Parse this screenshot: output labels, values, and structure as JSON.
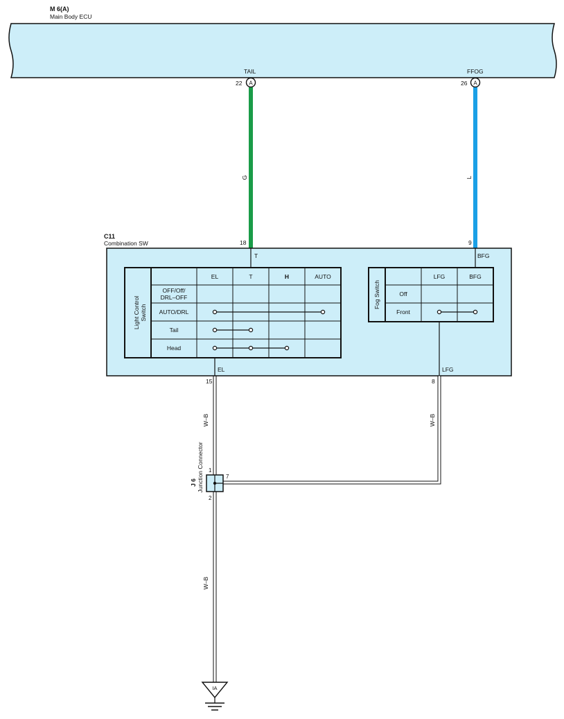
{
  "ecu": {
    "code": "M 6(A)",
    "name": "Main Body ECU"
  },
  "ecu_pins": [
    {
      "signal": "TAIL",
      "pin": "22",
      "connector": "A"
    },
    {
      "signal": "FFOG",
      "pin": "26",
      "connector": "A"
    }
  ],
  "wires": {
    "tail_color": "G",
    "ffog_color": "L",
    "ground_color_1": "W–B",
    "ground_color_2": "W–B",
    "lfg_color": "W–B"
  },
  "colors": {
    "ecu_fill": "#cdeef9",
    "green_wire": "#1a9c48",
    "blue_wire": "#1aa0e6",
    "outline": "#111111"
  },
  "combination_switch": {
    "code": "C11",
    "name": "Combination SW",
    "pin_tail": "18",
    "pin_fog": "9",
    "pin_el": "15",
    "pin_lfg": "8",
    "term_t": "T",
    "term_bfg": "BFG",
    "term_el": "EL",
    "term_lfg": "LFG"
  },
  "light_control_table": {
    "title": "Light Control Switch",
    "columns": [
      "EL",
      "T",
      "H",
      "AUTO"
    ],
    "rows": [
      "OFF/Off/ DRL–OFF",
      "AUTO/DRL",
      "Tail",
      "Head"
    ]
  },
  "fog_table": {
    "title": "Fog Switch",
    "columns": [
      "LFG",
      "BFG"
    ],
    "rows": [
      "Off",
      "Front"
    ]
  },
  "junction": {
    "code": "J 6",
    "name": "Junction Connector",
    "pin_in": "1",
    "pin_out": "2",
    "pin_side": "7"
  },
  "ground": {
    "label": "IA"
  }
}
